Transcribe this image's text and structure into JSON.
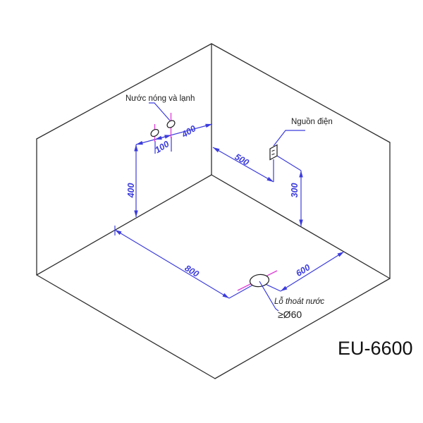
{
  "diagram": {
    "model": "EU-6600",
    "annotations": {
      "hot_cold_water": "Nước nóng và lạnh",
      "power_source": "Nguồn điện",
      "drain_hole": "Lỗ thoát nước",
      "drain_min_diameter": "≥Ø60"
    },
    "dimensions_mm": {
      "pipes_to_corner": "400",
      "pipe_spacing": "100",
      "pipes_height": "400",
      "outlet_to_corner": "500",
      "outlet_height": "300",
      "drain_to_left_wall": "800",
      "drain_to_right_wall": "600"
    },
    "colors": {
      "dimension_blue": "#3c3cdd",
      "marker_magenta": "#e03bd8",
      "wall_line": "#2e2e2e"
    }
  }
}
